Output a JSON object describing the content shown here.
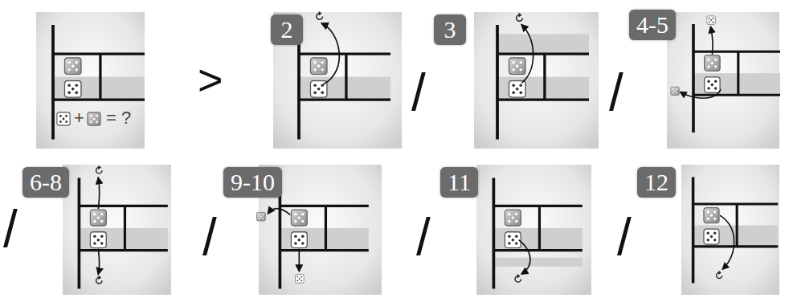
{
  "diagram": {
    "nodes": [
      {
        "text": [
          "2"
        ]
      },
      {
        "text": [
          "3"
        ]
      },
      {
        "text": [
          "4-5"
        ]
      },
      {
        "text": [
          "6-8"
        ]
      },
      {
        "text": [
          "9-10"
        ]
      },
      {
        "text": [
          "11"
        ]
      },
      {
        "text": [
          "12"
        ]
      }
    ],
    "labels": [
      "+",
      "= ?",
      ">",
      "/",
      "/",
      "/",
      "/",
      "/",
      "/"
    ]
  }
}
